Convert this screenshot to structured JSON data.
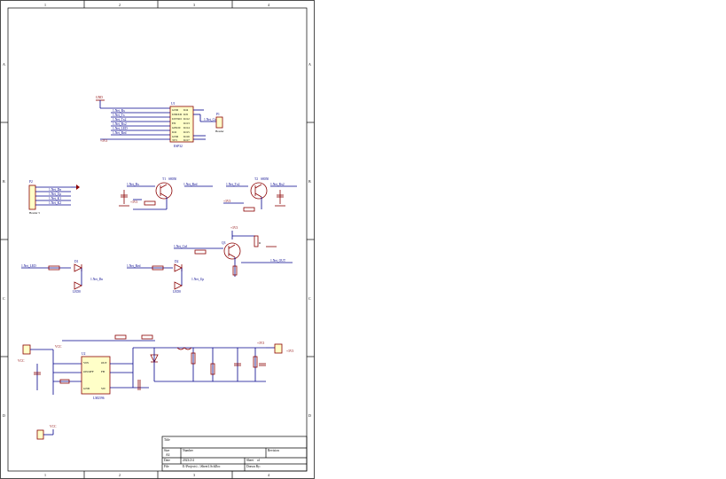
{
  "sheet": {
    "zones_top": [
      "1",
      "2",
      "3",
      "4"
    ],
    "zones_side": [
      "A",
      "B",
      "C",
      "D"
    ],
    "title_block": {
      "title_label": "Title",
      "size_label": "Size",
      "size_value": "A4",
      "number_label": "Number",
      "revision_label": "Revision",
      "date_label": "Date",
      "date_value": "2023/2/4",
      "sheet_label": "Sheet",
      "sheet_of": "of",
      "file_label": "File",
      "file_value": "E:\\Projects\\...\\Sheet1.SchDoc",
      "drawn_label": "Drawn By:"
    }
  },
  "parts": {
    "u1": {
      "des": "U1",
      "name": "ESP32",
      "pins_left": [
        "GND",
        "U0RXD",
        "U0TXD",
        "EN",
        "GPIO0",
        "IO2",
        "GND",
        "3V3"
      ],
      "pins_right": [
        "IO4",
        "IO5",
        "IO12",
        "IO13",
        "IO14",
        "IO15",
        "IO16",
        "IO17"
      ]
    },
    "gnd_top": "GND",
    "p1": {
      "des": "P1",
      "label": "Header"
    },
    "p2": {
      "des": "P2",
      "label": "Header 5"
    },
    "q1": {
      "des": "T1",
      "name": "S8050"
    },
    "q2": {
      "des": "T2",
      "name": "S8050"
    },
    "q3": {
      "des": "Q3",
      "name": "S8050"
    },
    "d1": {
      "des": "D1",
      "name": "LED0"
    },
    "d2": {
      "des": "D2",
      "name": "LED0"
    },
    "u2": {
      "des": "U2",
      "name": "LM2596",
      "pins_left": [
        "VIN",
        "ON/OFF",
        "GND"
      ],
      "pins_right": [
        "OUT",
        "FB",
        "SW"
      ]
    },
    "vcc": "VCC",
    "v3v3": "+3V3"
  },
  "nets": [
    "1.Net_Rx",
    "1.Net_Tx",
    "1.Net_Tx2",
    "1.Net_Rx2",
    "1.Net_LED",
    "1.Net_Red",
    "1.Net_Ctrl",
    "1.Net_OUT",
    "1.Net_Dn",
    "1.Net_Up",
    "1.Net_K1",
    "1.Net_K2"
  ]
}
